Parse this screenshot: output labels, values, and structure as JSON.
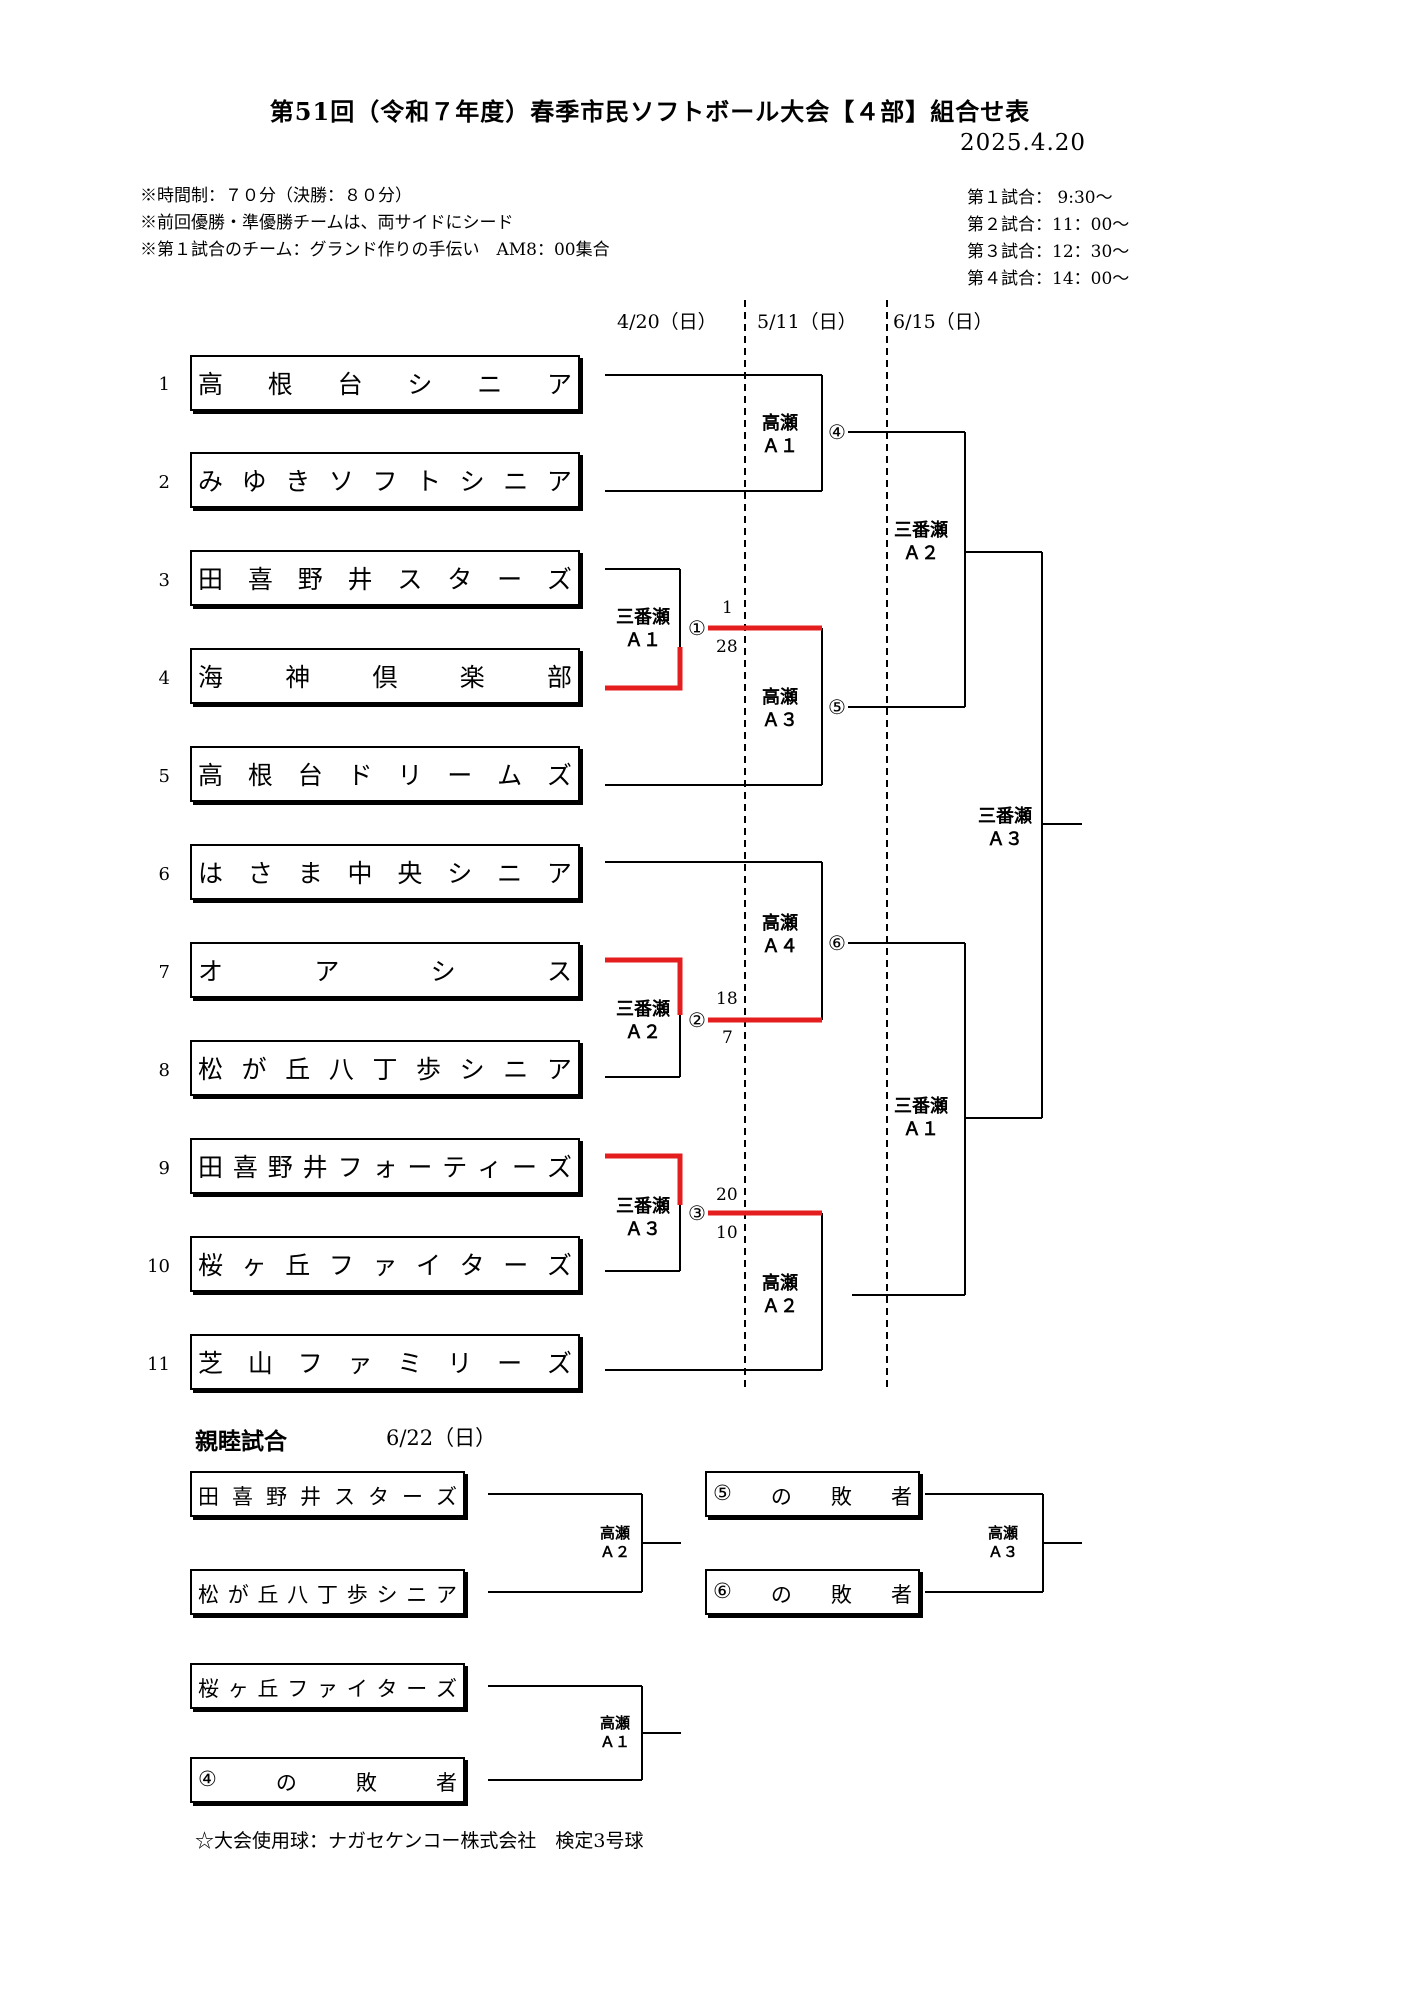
{
  "header": {
    "title": "第51回（令和７年度）春季市民ソフトボール大会【４部】組合せ表",
    "date": "2025.4.20"
  },
  "notes": [
    "※時間制：７０分（決勝：８０分）",
    "※前回優勝・準優勝チームは、両サイドにシード",
    "※第１試合のチーム：グランド作りの手伝い　AM8：00集合"
  ],
  "schedule": [
    "第１試合：  9:30～",
    "第２試合：11：00～",
    "第３試合：12：30～",
    "第４試合：14：00～"
  ],
  "round_dates": [
    "4/20（日）",
    "5/11（日）",
    "6/15（日）"
  ],
  "teams": [
    {
      "no": "1",
      "name": "高根台シニア"
    },
    {
      "no": "2",
      "name": "みゆきソフトシニア"
    },
    {
      "no": "3",
      "name": "田喜野井スターズ"
    },
    {
      "no": "4",
      "name": "海神倶楽部"
    },
    {
      "no": "5",
      "name": "高根台ドリームズ"
    },
    {
      "no": "6",
      "name": "はさま中央シニア"
    },
    {
      "no": "7",
      "name": "オアシス"
    },
    {
      "no": "8",
      "name": "松が丘八丁歩シニア"
    },
    {
      "no": "9",
      "name": "田喜野井フォーティーズ"
    },
    {
      "no": "10",
      "name": "桜ヶ丘ファイターズ"
    },
    {
      "no": "11",
      "name": "芝山ファミリーズ"
    }
  ],
  "venues": {
    "r1_m1": [
      "三番瀬",
      "Ａ１"
    ],
    "r1_m2": [
      "三番瀬",
      "Ａ２"
    ],
    "r1_m3": [
      "三番瀬",
      "Ａ３"
    ],
    "r2_a1": [
      "高瀬",
      "Ａ１"
    ],
    "r2_a3": [
      "高瀬",
      "Ａ３"
    ],
    "r2_a4": [
      "高瀬",
      "Ａ４"
    ],
    "r2_a2": [
      "高瀬",
      "Ａ２"
    ],
    "r3_top": [
      "三番瀬",
      "Ａ２"
    ],
    "r3_bot": [
      "三番瀬",
      "Ａ１"
    ],
    "final": [
      "三番瀬",
      "Ａ３"
    ]
  },
  "match_numbers": [
    "①",
    "②",
    "③",
    "④",
    "⑤",
    "⑥"
  ],
  "scores": {
    "m1": [
      "1",
      "28"
    ],
    "m2": [
      "18",
      "7"
    ],
    "m3": [
      "20",
      "10"
    ]
  },
  "friendly": {
    "title": "親睦試合",
    "date": "6/22（日）",
    "left_pairs": [
      {
        "teams": [
          "田喜野井スターズ",
          "松が丘八丁歩シニア"
        ],
        "venue": [
          "高瀬",
          "Ａ２"
        ]
      },
      {
        "teams": [
          "桜ヶ丘ファイターズ",
          "④の敗者"
        ],
        "venue": [
          "高瀬",
          "Ａ１"
        ]
      }
    ],
    "right_pair": {
      "teams": [
        "⑤の敗者",
        "⑥の敗者"
      ],
      "venue": [
        "高瀬",
        "Ａ３"
      ]
    }
  },
  "footer": "☆大会使用球：ナガセケンコー株式会社　検定3号球",
  "colors": {
    "winner_line": "#e41e1e",
    "line": "#000000"
  }
}
